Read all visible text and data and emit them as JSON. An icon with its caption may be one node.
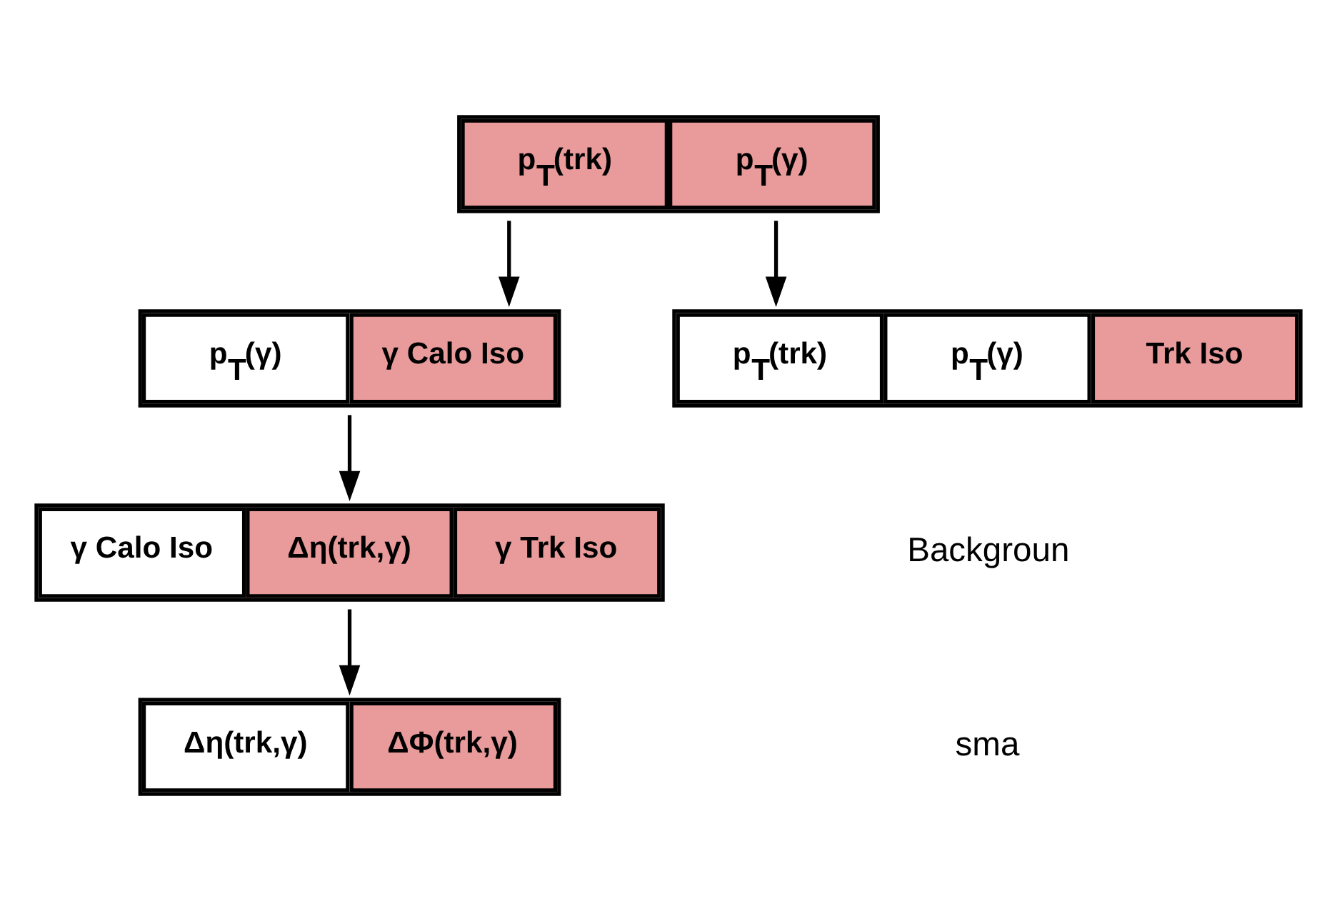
{
  "diagram": {
    "nodes": [
      {
        "text": [
          "p$_{T}$(trk)",
          "p$_{T}$(γ)"
        ]
      },
      {
        "text": [
          "p$_{T}$(γ)",
          "γ Calo Iso"
        ]
      },
      {
        "text": [
          "p$_{T}$(trk)",
          "p$_{T}$(γ)",
          "Trk Iso"
        ]
      },
      {
        "text": [
          "γ Calo Iso",
          "Δη(trk,γ)",
          "γ Trk Iso"
        ]
      },
      {
        "text": [
          "Δη(trk,γ)",
          "ΔΦ(trk,γ)"
        ]
      }
    ],
    "edges": [
      {
        "from": 0,
        "to": 1,
        "arrow": "to"
      },
      {
        "from": 0,
        "to": 2,
        "arrow": "to"
      },
      {
        "from": 1,
        "to": 3,
        "arrow": "to"
      },
      {
        "from": 3,
        "to": 4,
        "arrow": "to"
      }
    ],
    "labels": [
      "Backgroun",
      "sma"
    ]
  }
}
